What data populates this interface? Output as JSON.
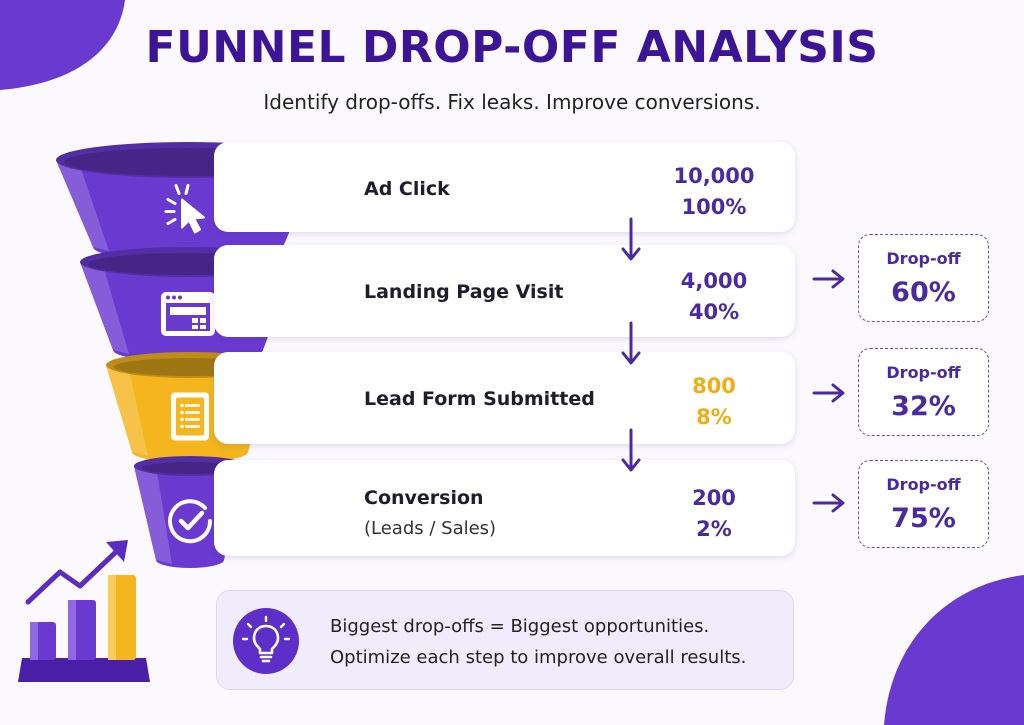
{
  "header": {
    "title": "FUNNEL DROP-OFF ANALYSIS",
    "subtitle": "Identify drop-offs. Fix leaks. Improve conversions."
  },
  "colors": {
    "primary": "#6a3ad0",
    "primary_dark": "#3b1596",
    "accent": "#f4b51e",
    "background": "#fbf9fd"
  },
  "stages": [
    {
      "label": "Ad Click",
      "sublabel": "",
      "value": "10,000",
      "percent": "100%",
      "icon": "cursor-click-icon",
      "color": "#6a3ad0",
      "text_color": "#4a2aa0"
    },
    {
      "label": "Landing Page Visit",
      "sublabel": "",
      "value": "4,000",
      "percent": "40%",
      "icon": "browser-window-icon",
      "color": "#6a3ad0",
      "text_color": "#4a2aa0"
    },
    {
      "label": "Lead Form Submitted",
      "sublabel": "",
      "value": "800",
      "percent": "8%",
      "icon": "document-form-icon",
      "color": "#f4b51e",
      "text_color": "#f0ae14"
    },
    {
      "label": "Conversion",
      "sublabel": "(Leads / Sales)",
      "value": "200",
      "percent": "2%",
      "icon": "check-circle-icon",
      "color": "#6a3ad0",
      "text_color": "#4a2aa0"
    }
  ],
  "dropoffs": [
    {
      "label": "Drop-off",
      "value": "60%"
    },
    {
      "label": "Drop-off",
      "value": "32%"
    },
    {
      "label": "Drop-off",
      "value": "75%"
    }
  ],
  "note": {
    "line1": "Biggest drop-offs = Biggest opportunities.",
    "line2": "Optimize each step to improve overall results.",
    "icon": "lightbulb-icon"
  },
  "decoration": {
    "icon": "growth-chart-icon"
  }
}
